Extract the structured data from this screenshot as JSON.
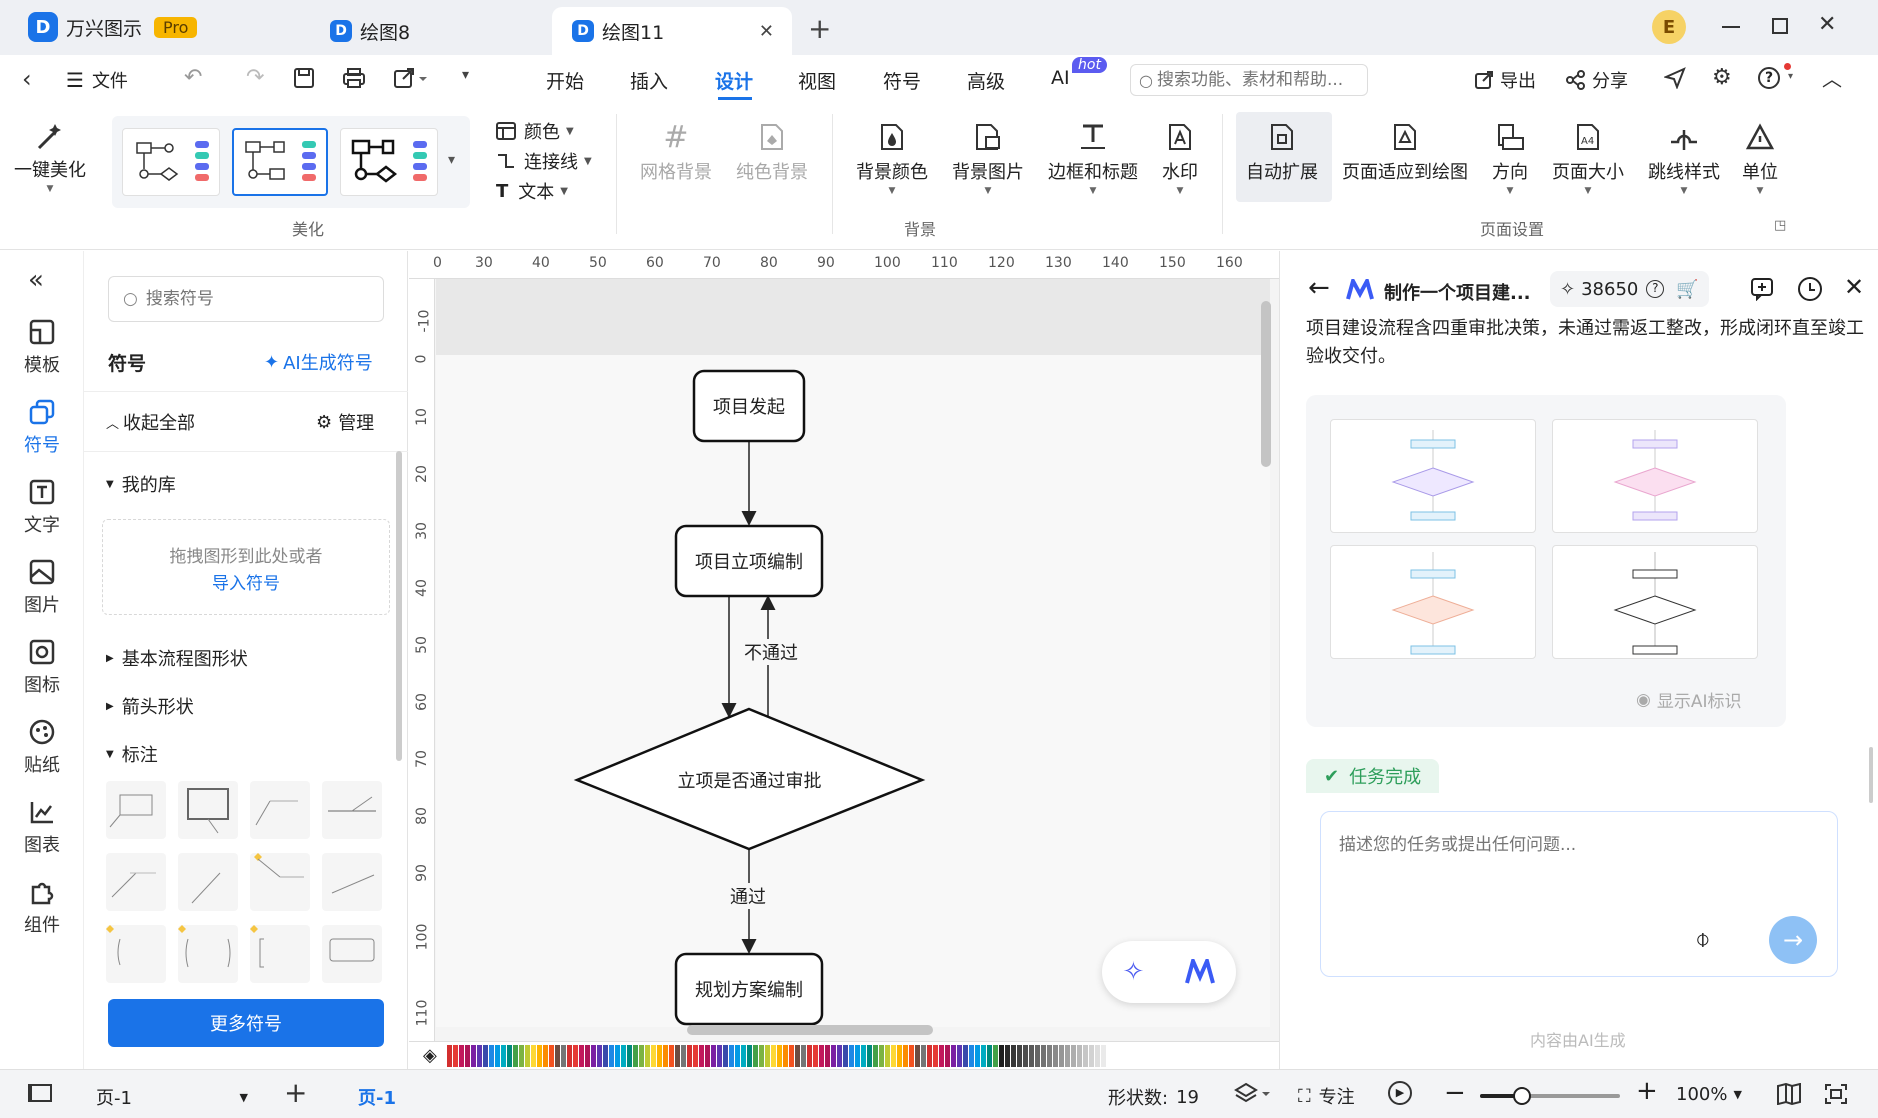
{
  "app": {
    "name": "万兴图示",
    "badge": "Pro"
  },
  "tabs": [
    {
      "label": "绘图8"
    },
    {
      "label": "绘图11"
    }
  ],
  "user": {
    "avatar_letter": "E"
  },
  "menu": {
    "file": "文件",
    "items": [
      "开始",
      "插入",
      "设计",
      "视图",
      "符号",
      "高级",
      "AI"
    ],
    "ai_badge": "hot",
    "search_placeholder": "搜索功能、素材和帮助...",
    "export": "导出",
    "share": "分享"
  },
  "ribbon": {
    "beautify": "一键美化",
    "color": "颜色",
    "connector": "连接线",
    "text": "文本",
    "grid_bg": "网格背景",
    "solid_bg": "纯色背景",
    "bg_color": "背景颜色",
    "bg_image": "背景图片",
    "border_title": "边框和标题",
    "watermark": "水印",
    "auto_expand": "自动扩展",
    "fit_page": "页面适应到绘图",
    "direction": "方向",
    "page_size": "页面大小",
    "jump_style": "跳线样式",
    "unit": "单位",
    "group_beautify": "美化",
    "group_background": "背景",
    "group_page": "页面设置"
  },
  "left_nav": [
    "模板",
    "符号",
    "文字",
    "图片",
    "图标",
    "贴纸",
    "图表",
    "组件"
  ],
  "symbols": {
    "search_placeholder": "搜索符号",
    "title": "符号",
    "ai_generate": "AI生成符号",
    "collapse_all": "收起全部",
    "manage": "管理",
    "my_library": "我的库",
    "drop_hint": "拖拽图形到此处或者",
    "import": "导入符号",
    "basic_flow": "基本流程图形状",
    "arrows": "箭头形状",
    "callouts": "标注",
    "more": "更多符号"
  },
  "ruler": {
    "top": [
      "0",
      "30",
      "40",
      "50",
      "60",
      "70",
      "80",
      "90",
      "100",
      "110",
      "120",
      "130",
      "140",
      "150",
      "160"
    ],
    "left": [
      "-10",
      "0",
      "10",
      "20",
      "30",
      "40",
      "50",
      "60",
      "70",
      "80",
      "90",
      "100",
      "110"
    ]
  },
  "diagram": {
    "n1": "项目发起",
    "n2": "项目立项编制",
    "n3": "立项是否通过审批",
    "n4": "规划方案编制",
    "fail": "不通过",
    "pass": "通过"
  },
  "ai": {
    "title": "制作一个项目建...",
    "credits": "38650",
    "message": "项目建设流程含四重审批决策，未通过需返工整改，形成闭环直至竣工验收交付。",
    "show_ai_mark": "显示AI标识",
    "task_done": "任务完成",
    "input_placeholder": "描述您的任务或提出任何问题...",
    "footer": "内容由AI生成"
  },
  "status": {
    "page_name": "页-1",
    "page_tab": "页-1",
    "shape_count_label": "形状数:",
    "shape_count": "19",
    "focus": "专注",
    "zoom": "100%",
    "zoom_level": 0.3
  },
  "colors": {
    "accent": "#1a73e8",
    "ai_green": "#2e9e5b"
  }
}
